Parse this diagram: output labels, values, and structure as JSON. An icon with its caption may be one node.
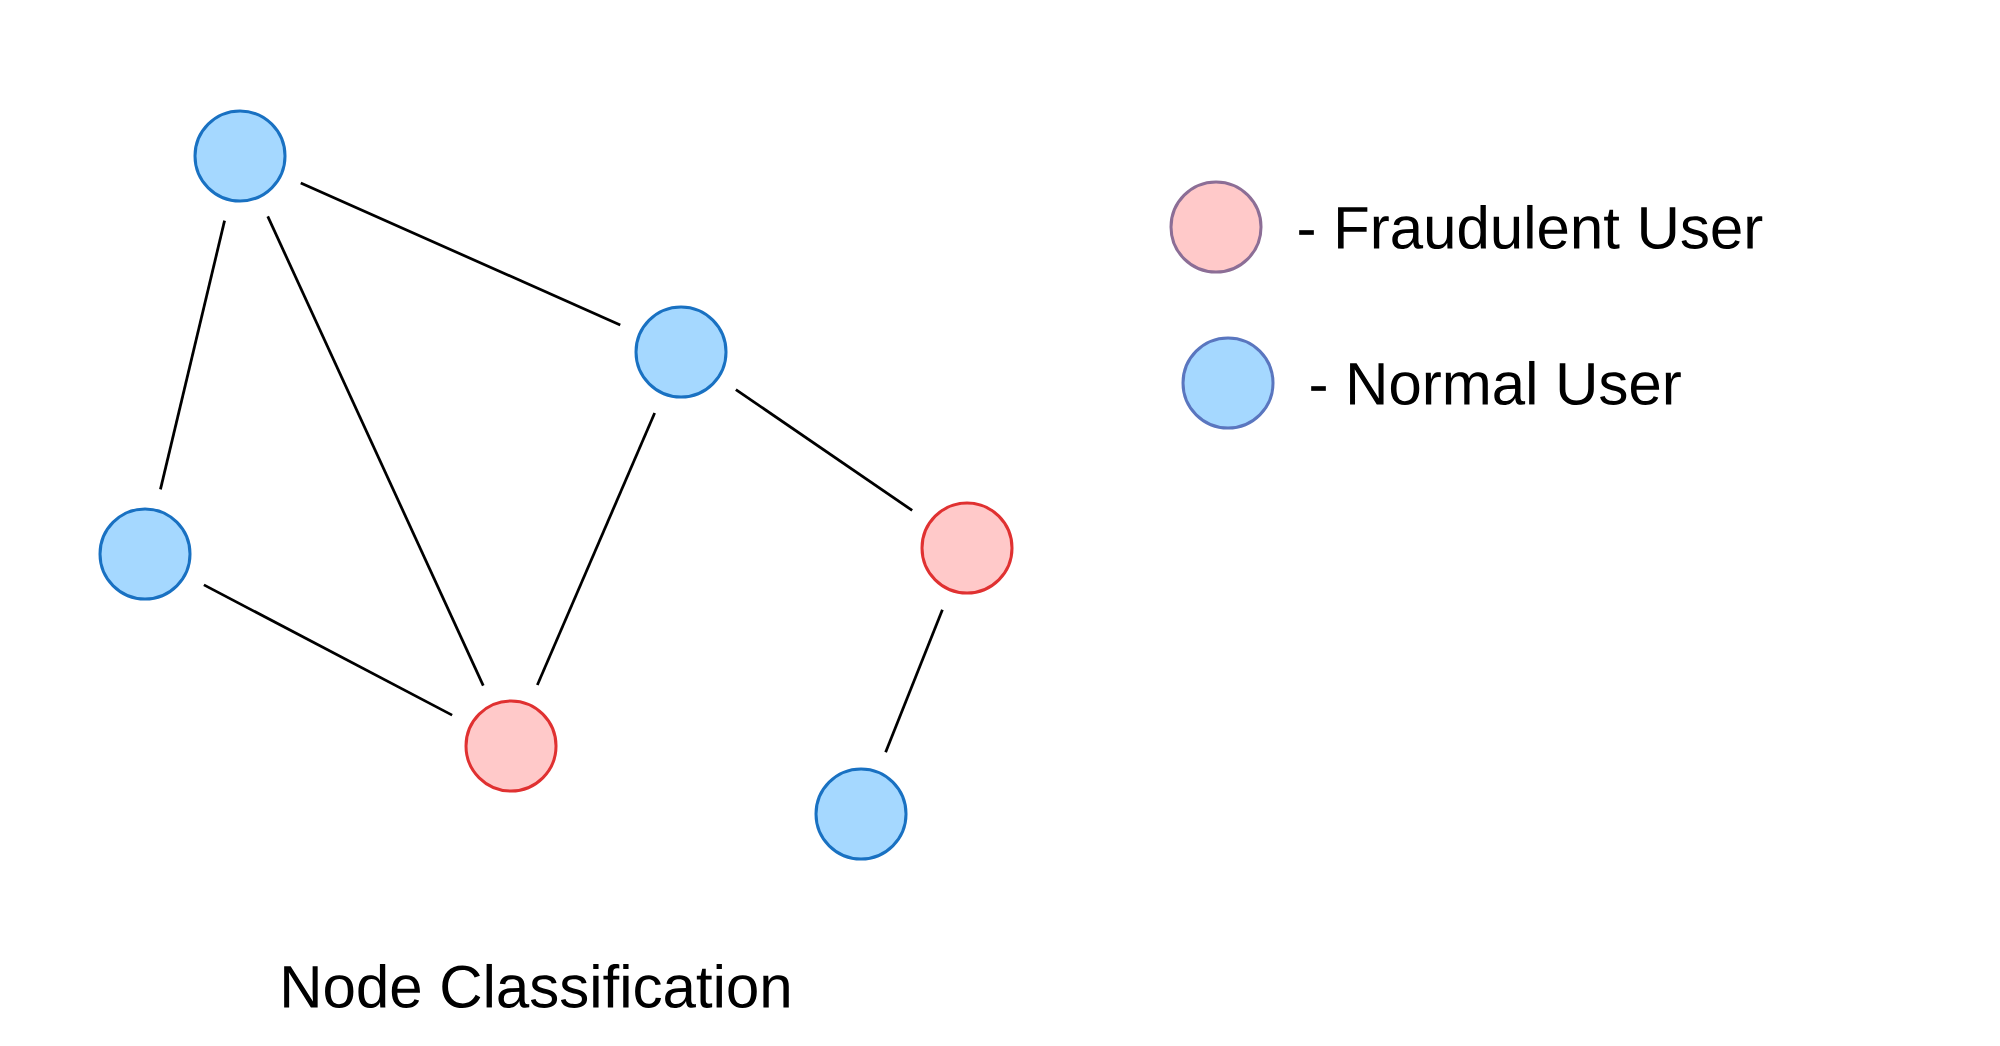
{
  "diagram": {
    "caption": "Node Classification",
    "nodes": [
      {
        "text": [],
        "shape": "circle"
      },
      {
        "text": [],
        "shape": "circle"
      },
      {
        "text": [],
        "shape": "circle"
      },
      {
        "text": [],
        "shape": "circle"
      },
      {
        "text": [],
        "shape": "circle"
      },
      {
        "text": [],
        "shape": "circle"
      }
    ],
    "edges": [
      {
        "from": 0,
        "to": 1,
        "arrow": "none"
      },
      {
        "from": 0,
        "to": 2,
        "arrow": "none"
      },
      {
        "from": 0,
        "to": 4,
        "arrow": "none"
      },
      {
        "from": 1,
        "to": 4,
        "arrow": "none"
      },
      {
        "from": 1,
        "to": 3,
        "arrow": "none"
      },
      {
        "from": 2,
        "to": 4,
        "arrow": "none"
      },
      {
        "from": 3,
        "to": 5,
        "arrow": "none"
      }
    ],
    "legend": [
      {
        "text": "- Fraudulent User",
        "color": "#ffc9c9"
      },
      {
        "text": "- Normal User",
        "color": "#a5d8ff"
      }
    ]
  }
}
